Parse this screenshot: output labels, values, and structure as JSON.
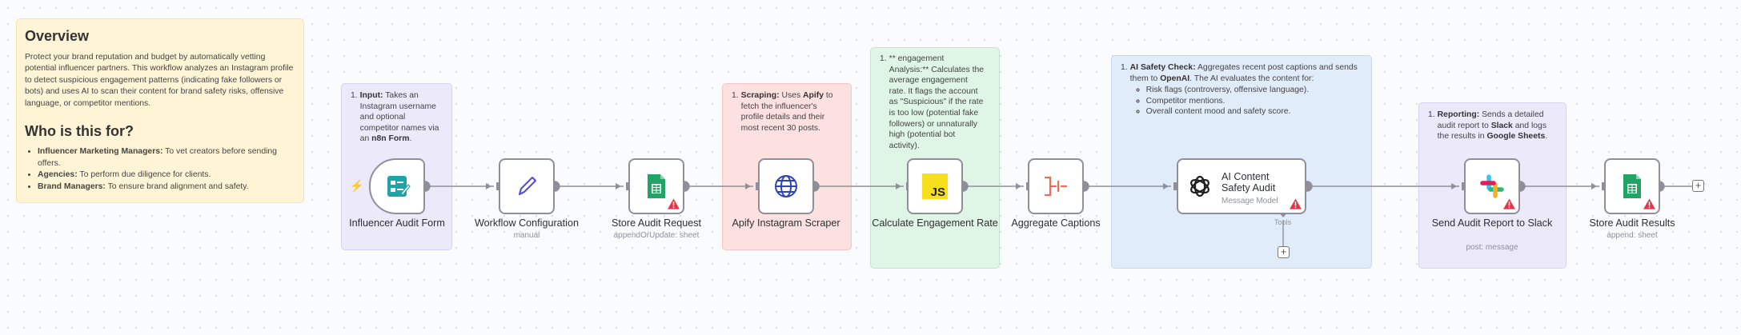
{
  "overview": {
    "title": "Overview",
    "description": "Protect your brand reputation and budget by automatically vetting potential influencer partners. This workflow analyzes an Instagram profile to detect suspicious engagement patterns (indicating fake followers or bots) and uses AI to scan their content for brand safety risks, offensive language, or competitor mentions.",
    "who_title": "Who is this for?",
    "audience": [
      {
        "bold": "Influencer Marketing Managers:",
        "text": " To vet creators before sending offers."
      },
      {
        "bold": "Agencies:",
        "text": " To perform due diligence for clients."
      },
      {
        "bold": "Brand Managers:",
        "text": " To ensure brand alignment and safety."
      }
    ]
  },
  "notes": {
    "input": {
      "num": "1.",
      "bold": "Input:",
      "text1": " Takes an Instagram username and optional competitor names via an ",
      "bold2": "n8n Form",
      "text2": "."
    },
    "scraping": {
      "num": "1.",
      "bold": "Scraping:",
      "text1": " Uses ",
      "bold2": "Apify",
      "text2": " to fetch the influencer's profile details and their most recent 30 posts."
    },
    "engagement": {
      "num": "1.",
      "text": "** engagement Analysis:** Calculates the average engagement rate. It flags the account as \"Suspicious\" if the rate is too low (potential fake followers) or unnaturally high (potential bot activity)."
    },
    "ai_check": {
      "num": "1.",
      "bold": "AI Safety Check:",
      "text1": " Aggregates recent post captions and sends them to ",
      "bold2": "OpenAI",
      "text2": ". The AI evaluates the content for:",
      "items": [
        "Risk flags (controversy, offensive language).",
        "Competitor mentions.",
        "Overall content mood and safety score."
      ]
    },
    "reporting": {
      "num": "1.",
      "bold": "Reporting:",
      "text1": " Sends a detailed audit report to ",
      "bold2": "Slack",
      "text2": " and logs the results in ",
      "bold3": "Google Sheets",
      "text3": "."
    }
  },
  "nodes": {
    "form": {
      "label": "Influencer Audit Form"
    },
    "workflow": {
      "label": "Workflow Configuration",
      "sub": "manual"
    },
    "store_request": {
      "label": "Store Audit Request",
      "sub": "appendOrUpdate: sheet"
    },
    "apify": {
      "label": "Apify Instagram Scraper"
    },
    "calc": {
      "label": "Calculate Engagement Rate"
    },
    "aggregate": {
      "label": "Aggregate Captions"
    },
    "ai": {
      "title": "AI Content Safety Audit",
      "sub": "Message Model",
      "tools_label": "Tools"
    },
    "slack": {
      "label": "Send Audit Report to Slack",
      "sub": "post: message"
    },
    "store_results": {
      "label": "Store Audit Results",
      "sub": "append: sheet"
    }
  },
  "colors": {
    "connection": "#8f8f99",
    "form_teal": "#20a3a8",
    "edit_purple": "#5a52d6",
    "sheets_green": "#21a464",
    "globe_blue": "#2f44b4",
    "js_yellow": "#f7df1e",
    "aggregate_red": "#f06a5a",
    "warning_red": "#e0384b"
  },
  "icons": [
    "lightning-icon",
    "form-icon",
    "pen-icon",
    "google-sheets-icon",
    "globe-icon",
    "javascript-icon",
    "aggregate-icon",
    "openai-icon",
    "slack-icon",
    "warning-icon",
    "plus-icon"
  ]
}
